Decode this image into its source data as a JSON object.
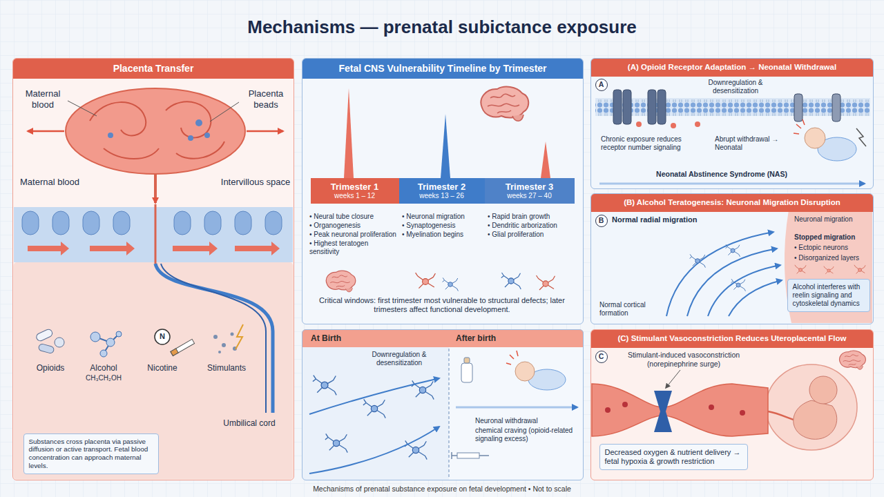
{
  "diagram": {
    "title": "Mechanisms — prenatal subictance exposure",
    "caption": "Mechanisms of prenatal substance exposure on fetal development • Not to scale",
    "nodes": [
      {
        "text": [
          "Placenta Transfer"
        ]
      },
      {
        "text": [
          "Substances cross placenta via passive diffusion or active transport. Fetal blood concentration can approach maternal levels."
        ],
        "in": 0
      },
      {
        "text": [
          "Fetal CNS Vulnerability Timeline by Trimester",
          "Critical windows: first trimester most vulnerable to structural defects; later trimesters affect functional development."
        ]
      },
      {
        "text": [
          "Trimester 1",
          "weeks 1 – 12"
        ],
        "in": 2
      },
      {
        "text": [
          "Trimester 2",
          "weeks 13 – 26"
        ],
        "in": 2
      },
      {
        "text": [
          "Trimester 3",
          "weeks 27 – 40"
        ],
        "in": 2
      },
      {
        "text": [
          "At Birth",
          "After birth"
        ]
      },
      {
        "text": [
          "(A) Opioid Receptor Adaptation → Neonatal Withdrawal"
        ]
      },
      {
        "text": [
          "A"
        ],
        "in": 7
      },
      {
        "text": [
          "(B) Alcohol Teratogenesis: Neuronal Migration Disruption"
        ]
      },
      {
        "text": [
          "B"
        ],
        "in": 9
      },
      {
        "text": [
          "Alcohol interferes with reelin signaling and cytoskeletal dynamics"
        ],
        "in": 9
      },
      {
        "text": [
          "(C) Stimulant Vasoconstriction Reduces Uteroplacental Flow"
        ]
      },
      {
        "text": [
          "C"
        ],
        "in": 12
      },
      {
        "text": [
          "Decreased oxygen & nutrient delivery → fetal hypoxia & growth restriction"
        ],
        "in": 12
      }
    ],
    "labels": [
      "Maternal blood",
      "Placenta beads",
      "Maternal blood",
      "Intervillous space",
      "N",
      "Opioids",
      "Alcohol",
      "CH₃CH₂OH",
      "Nicotine",
      "Stimulants",
      "Umbilical cord",
      "• Neural tube closure",
      "• Organogenesis",
      "• Peak neuronal proliferation",
      "• Highest teratogen sensitivity",
      "• Neuronal migration",
      "• Synaptogenesis",
      "• Myelination begins",
      "• Rapid brain growth",
      "• Dendritic arborization",
      "• Glial proliferation",
      "Downregulation & desensitization",
      "Neuronal withdrawal",
      "chemical craving (opioid-related signaling excess)",
      "Downregulation & desensitization",
      "Chronic exposure reduces receptor number signaling",
      "Abrupt withdrawal → Neonatal",
      "Neonatal Abstinence Syndrome (NAS)",
      "Normal radial migration",
      "Neuronal migration",
      "Stopped migration",
      "• Ectopic neurons",
      "• Disorganized layers",
      "Normal cortical formation",
      "Stimulant-induced vasoconstriction (norepinephrine surge)"
    ]
  }
}
